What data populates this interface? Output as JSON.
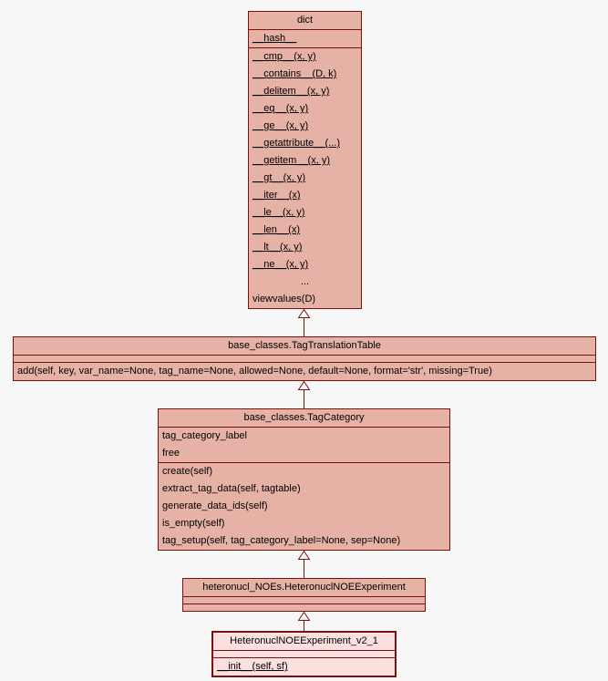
{
  "colors": {
    "background": "#f7f7f7",
    "node_fill": "#e6b2a6",
    "highlight_node_fill": "#fcdfdf",
    "border": "#7a1010"
  },
  "classes": {
    "dict": {
      "title": "dict",
      "attributes": [
        "__hash__"
      ],
      "methods": [
        "__cmp__(x, y)",
        "__contains__(D, k)",
        "__delitem__(x, y)",
        "__eq__(x, y)",
        "__ge__(x, y)",
        "__getattribute__(...)",
        "__getitem__(x, y)",
        "__gt__(x, y)",
        "__iter__(x)",
        "__le__(x, y)",
        "__len__(x)",
        "__lt__(x, y)",
        "__ne__(x, y)",
        "...",
        "viewvalues(D)"
      ]
    },
    "tag_translation_table": {
      "title": "base_classes.TagTranslationTable",
      "methods": [
        "add(self, key, var_name=None, tag_name=None, allowed=None, default=None, format='str', missing=True)"
      ]
    },
    "tag_category": {
      "title": "base_classes.TagCategory",
      "attributes": [
        "tag_category_label",
        "free"
      ],
      "methods": [
        "create(self)",
        "extract_tag_data(self, tagtable)",
        "generate_data_ids(self)",
        "is_empty(self)",
        "tag_setup(self, tag_category_label=None, sep=None)"
      ]
    },
    "heteronucl_noe_experiment": {
      "title": "heteronucl_NOEs.HeteronuclNOEExperiment"
    },
    "heteronucl_noe_experiment_v2_1": {
      "title": "HeteronuclNOEExperiment_v2_1",
      "methods": [
        "__init__(self, sf)"
      ]
    }
  }
}
